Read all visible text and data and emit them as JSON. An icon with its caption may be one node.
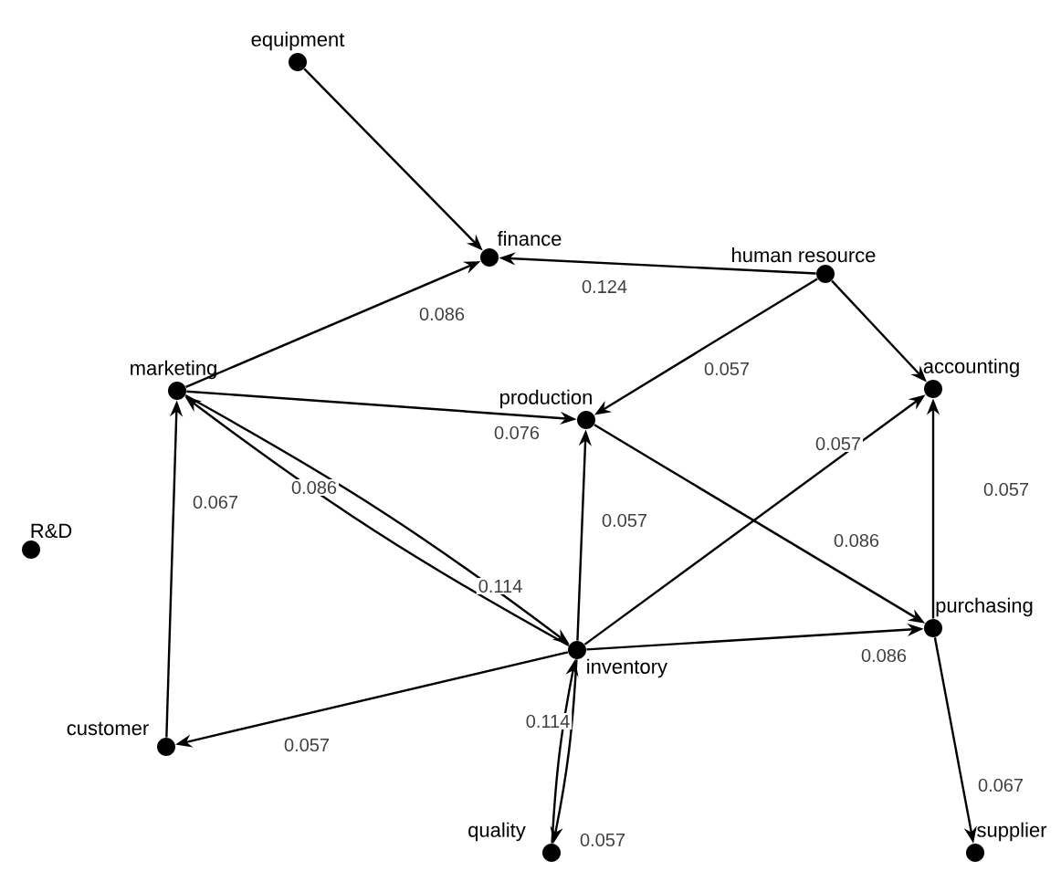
{
  "diagram": {
    "nodes": [
      {
        "text": [
          "equipment"
        ]
      },
      {
        "text": [
          "finance"
        ]
      },
      {
        "text": [
          "human resource"
        ]
      },
      {
        "text": [
          "marketing"
        ]
      },
      {
        "text": [
          "production"
        ]
      },
      {
        "text": [
          "accounting"
        ]
      },
      {
        "text": [
          "R&D"
        ]
      },
      {
        "text": [
          "inventory"
        ]
      },
      {
        "text": [
          "purchasing"
        ]
      },
      {
        "text": [
          "customer"
        ]
      },
      {
        "text": [
          "quality"
        ]
      },
      {
        "text": [
          "supplier"
        ]
      }
    ],
    "edges": [
      {
        "from": 0,
        "to": 1,
        "arrow": "to"
      },
      {
        "from": 2,
        "to": 1,
        "arrow": "to",
        "label": "0.124"
      },
      {
        "from": 3,
        "to": 1,
        "arrow": "to",
        "label": "0.086"
      },
      {
        "from": 2,
        "to": 4,
        "arrow": "to",
        "label": "0.057"
      },
      {
        "from": 2,
        "to": 5,
        "arrow": "to"
      },
      {
        "from": 3,
        "to": 4,
        "arrow": "to",
        "label": "0.076"
      },
      {
        "from": 7,
        "to": 3,
        "arrow": "to",
        "label": "0.086"
      },
      {
        "from": 3,
        "to": 7,
        "arrow": "to",
        "label": "0.114"
      },
      {
        "from": 9,
        "to": 3,
        "arrow": "to",
        "label": "0.067"
      },
      {
        "from": 7,
        "to": 4,
        "arrow": "to",
        "label": "0.057"
      },
      {
        "from": 7,
        "to": 5,
        "arrow": "to",
        "label": "0.057"
      },
      {
        "from": 4,
        "to": 8,
        "arrow": "to",
        "label": "0.086"
      },
      {
        "from": 8,
        "to": 5,
        "arrow": "to",
        "label": "0.057"
      },
      {
        "from": 7,
        "to": 8,
        "arrow": "to",
        "label": "0.086"
      },
      {
        "from": 7,
        "to": 9,
        "arrow": "to",
        "label": "0.057"
      },
      {
        "from": 10,
        "to": 7,
        "arrow": "to",
        "label": "0.114"
      },
      {
        "from": 7,
        "to": 10,
        "arrow": "to",
        "label": "0.057"
      },
      {
        "from": 8,
        "to": 11,
        "arrow": "to",
        "label": "0.067"
      }
    ]
  }
}
